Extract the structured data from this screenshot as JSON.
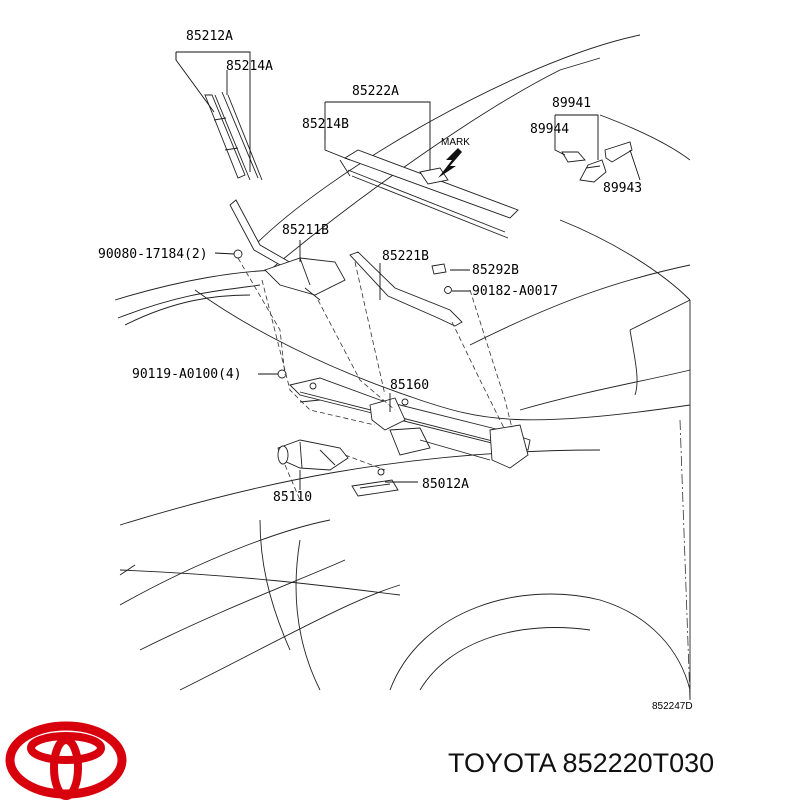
{
  "diagram": {
    "part_labels": {
      "p85212A": "85212A",
      "p85214A": "85214A",
      "p85222A": "85222A",
      "p85214B": "85214B",
      "mark": "MARK",
      "p89941": "89941",
      "p89944": "89944",
      "p89943": "89943",
      "p85211B": "85211B",
      "p90080": "90080-17184(2)",
      "p85221B": "85221B",
      "p85292B": "85292B",
      "p90182": "90182-A0017",
      "p90119": "90119-A0100(4)",
      "p85160": "85160",
      "p85110": "85110",
      "p85012A": "85012A"
    },
    "drawing_code": "852247D"
  },
  "footer": {
    "brand": "TOYOTA",
    "part_number": "852220T030",
    "logo_color": "#d9000d"
  }
}
